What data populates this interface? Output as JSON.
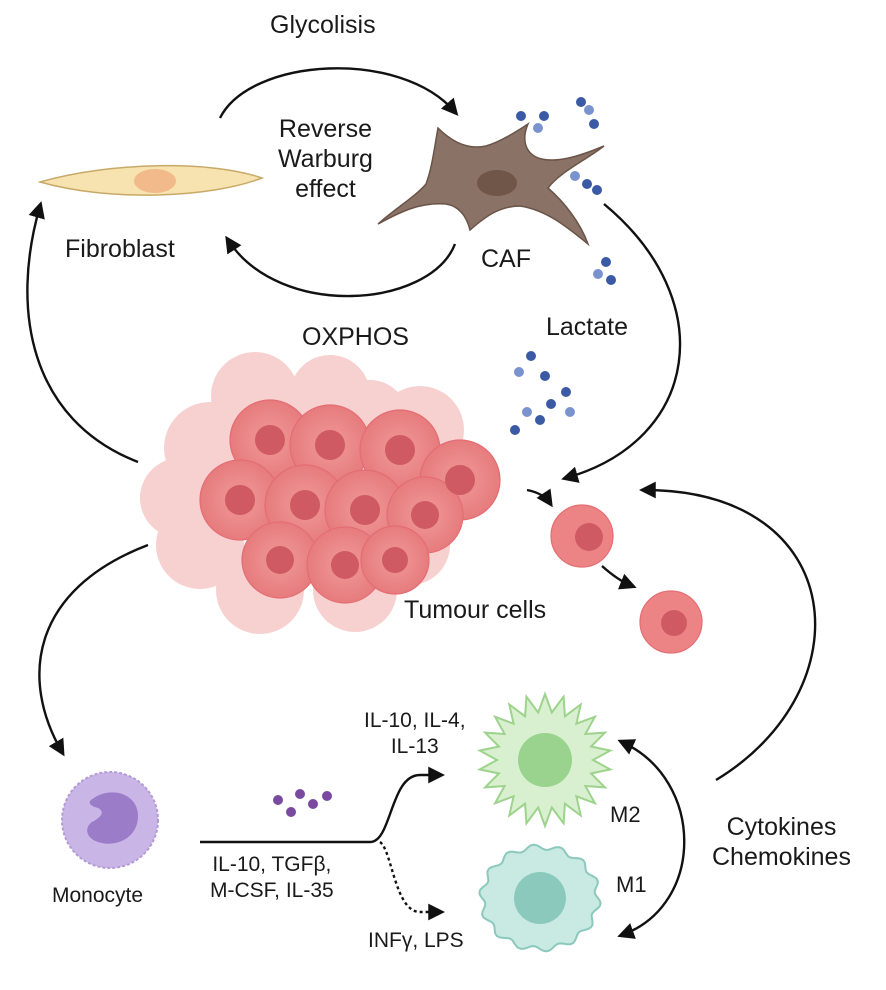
{
  "labels": {
    "glycolysis": "Glycolisis",
    "reverse_warburg": "Reverse\nWarburg\neffect",
    "fibroblast": "Fibroblast",
    "caf": "CAF",
    "oxphos": "OXPHOS",
    "lactate": "Lactate",
    "tumour_cells": "Tumour cells",
    "il_m2": "IL-10, IL-4,\nIL-13",
    "m2": "M2",
    "m1": "M1",
    "cytokines": "Cytokines\nChemokines",
    "monocyte": "Monocyte",
    "il_monocyte": "IL-10, TGFβ,\nM-CSF, IL-35",
    "m1_stimuli": "INFγ, LPS"
  },
  "colors": {
    "fibroblast_fill": "#f7e3b0",
    "fibroblast_nucleus": "#f2b98a",
    "caf_fill": "#8a7266",
    "caf_nucleus": "#6f5649",
    "lactate_dot": "#3b5aa6",
    "tumour_fill": "#e98585",
    "tumour_nucleus": "#cf5a63",
    "monocyte_fill": "#c9b5e6",
    "monocyte_nucleus": "#9b7cc8",
    "cytokine_dot": "#7a4aa0",
    "m2_fill": "#d8f0cf",
    "m2_nucleus": "#99d38d",
    "m1_fill": "#c9e9e3",
    "m1_nucleus": "#8cc9bd",
    "arrow": "#111111"
  }
}
